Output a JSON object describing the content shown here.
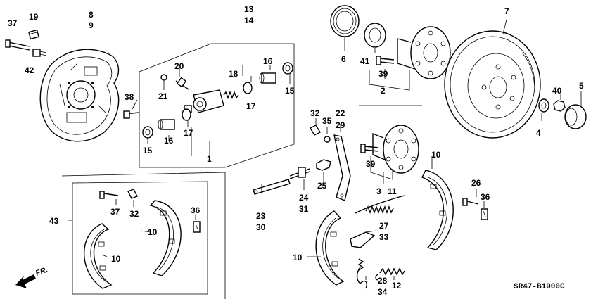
{
  "diagram": {
    "callouts": [
      {
        "id": "c19",
        "text": "19"
      },
      {
        "id": "c8",
        "text": "8"
      },
      {
        "id": "c9",
        "text": "9"
      },
      {
        "id": "c37a",
        "text": "37"
      },
      {
        "id": "c42",
        "text": "42"
      },
      {
        "id": "c13",
        "text": "13"
      },
      {
        "id": "c14",
        "text": "14"
      },
      {
        "id": "c20",
        "text": "20"
      },
      {
        "id": "c21",
        "text": "21"
      },
      {
        "id": "c18",
        "text": "18"
      },
      {
        "id": "c16a",
        "text": "16"
      },
      {
        "id": "c15a",
        "text": "15"
      },
      {
        "id": "c17a",
        "text": "17"
      },
      {
        "id": "c38",
        "text": "38"
      },
      {
        "id": "c15b",
        "text": "15"
      },
      {
        "id": "c16b",
        "text": "16"
      },
      {
        "id": "c17b",
        "text": "17"
      },
      {
        "id": "c1",
        "text": "1"
      },
      {
        "id": "c6",
        "text": "6"
      },
      {
        "id": "c41",
        "text": "41"
      },
      {
        "id": "c39a",
        "text": "39"
      },
      {
        "id": "c2",
        "text": "2"
      },
      {
        "id": "c7",
        "text": "7"
      },
      {
        "id": "c40",
        "text": "40"
      },
      {
        "id": "c5",
        "text": "5"
      },
      {
        "id": "c4",
        "text": "4"
      },
      {
        "id": "c32a",
        "text": "32"
      },
      {
        "id": "c35",
        "text": "35"
      },
      {
        "id": "c22",
        "text": "22"
      },
      {
        "id": "c29",
        "text": "29"
      },
      {
        "id": "c39b",
        "text": "39"
      },
      {
        "id": "c3",
        "text": "3"
      },
      {
        "id": "c11",
        "text": "11"
      },
      {
        "id": "c10a",
        "text": "10"
      },
      {
        "id": "c26",
        "text": "26"
      },
      {
        "id": "c36a",
        "text": "36"
      },
      {
        "id": "c24",
        "text": "24"
      },
      {
        "id": "c31",
        "text": "31"
      },
      {
        "id": "c25",
        "text": "25"
      },
      {
        "id": "c23",
        "text": "23"
      },
      {
        "id": "c30",
        "text": "30"
      },
      {
        "id": "c27",
        "text": "27"
      },
      {
        "id": "c33",
        "text": "33"
      },
      {
        "id": "c10b",
        "text": "10"
      },
      {
        "id": "c28",
        "text": "28"
      },
      {
        "id": "c34",
        "text": "34"
      },
      {
        "id": "c12",
        "text": "12"
      },
      {
        "id": "c43",
        "text": "43"
      },
      {
        "id": "c37b",
        "text": "37"
      },
      {
        "id": "c32b",
        "text": "32"
      },
      {
        "id": "c36b",
        "text": "36"
      },
      {
        "id": "c10c",
        "text": "10"
      },
      {
        "id": "c10d",
        "text": "10"
      }
    ],
    "direction_label": "FR.",
    "diagram_code": "SR47-B1900C"
  }
}
